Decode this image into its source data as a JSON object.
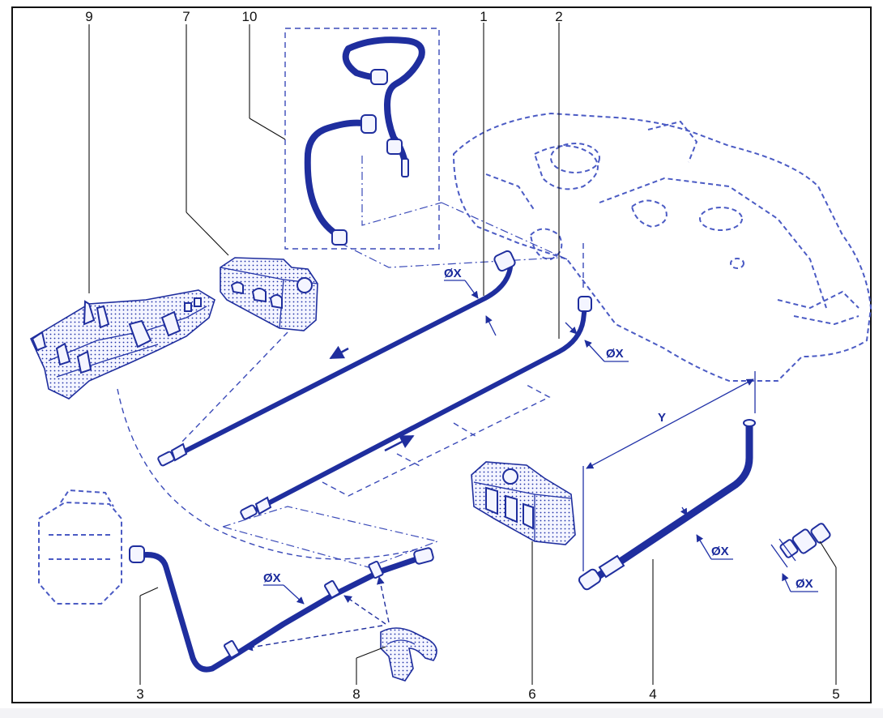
{
  "callouts": {
    "c1": "1",
    "c2": "2",
    "c3": "3",
    "c4": "4",
    "c5": "5",
    "c6": "6",
    "c7": "7",
    "c8": "8",
    "c9": "9",
    "c10": "10"
  },
  "dimensions": {
    "diameter": "ØX",
    "length": "Y"
  },
  "colors": {
    "line": "#1f2e9e",
    "frame": "#111111"
  }
}
